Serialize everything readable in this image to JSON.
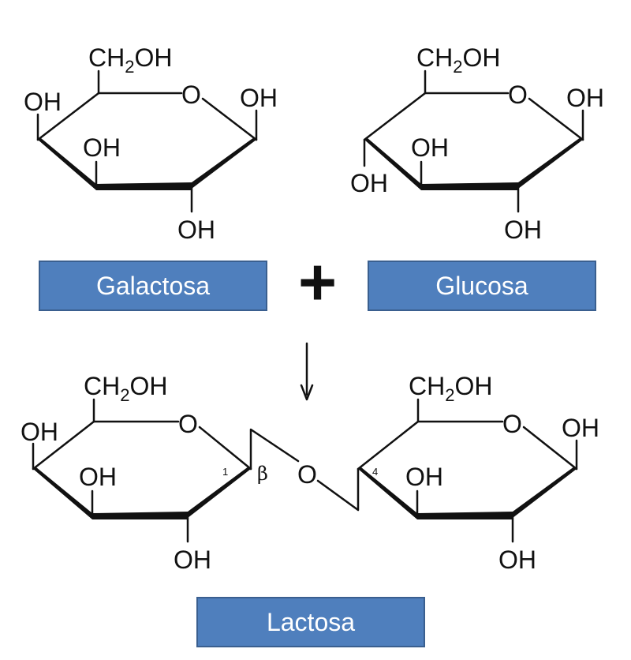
{
  "labels": {
    "galactose": "Galactosa",
    "glucose": "Glucosa",
    "lactose": "Lactosa",
    "plus": "+",
    "beta": "β",
    "carbon1": "1",
    "carbon4": "4"
  },
  "atoms": {
    "ch2": "CH",
    "sub2": "2",
    "oh_group": "OH",
    "hydroxyl": "OH",
    "ring_oxygen": "O"
  },
  "colors": {
    "box_fill": "#4f7fbd",
    "box_border": "#3a5f8f",
    "box_text": "#ffffff",
    "structure": "#111111"
  }
}
